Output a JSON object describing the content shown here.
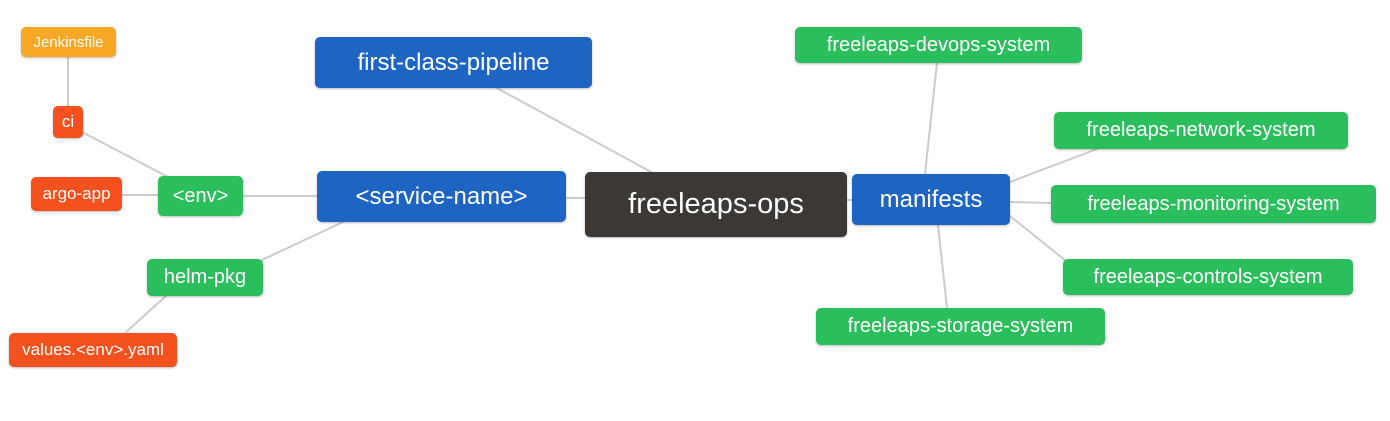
{
  "diagram": {
    "type": "mindmap",
    "root_label": "freeleaps-ops",
    "colors": {
      "background": "#ffffff",
      "root": "#3c3835",
      "branch": "#1e64c2",
      "green": "#2bbe5d",
      "red": "#f4511e",
      "amber": "#f9a825",
      "edge": "#cccccc",
      "text": "#ffffff"
    },
    "nodes": [
      {
        "id": "freeleaps-ops",
        "label": "freeleaps-ops",
        "level": 0,
        "parent": null,
        "color": "dark"
      },
      {
        "id": "first-class-pipeline",
        "label": "first-class-pipeline",
        "level": 1,
        "parent": "freeleaps-ops",
        "color": "blue"
      },
      {
        "id": "service-name",
        "label": "<service-name>",
        "level": 1,
        "parent": "freeleaps-ops",
        "color": "blue"
      },
      {
        "id": "manifests",
        "label": "manifests",
        "level": 1,
        "parent": "freeleaps-ops",
        "color": "blue"
      },
      {
        "id": "env",
        "label": "<env>",
        "level": 2,
        "parent": "service-name",
        "color": "green"
      },
      {
        "id": "helm-pkg",
        "label": "helm-pkg",
        "level": 2,
        "parent": "service-name",
        "color": "green"
      },
      {
        "id": "ci",
        "label": "ci",
        "level": 3,
        "parent": "env",
        "color": "red"
      },
      {
        "id": "argo-app",
        "label": "argo-app",
        "level": 3,
        "parent": "env",
        "color": "red"
      },
      {
        "id": "jenkinsfile",
        "label": "Jenkinsfile",
        "level": 4,
        "parent": "ci",
        "color": "amber"
      },
      {
        "id": "values-env-yaml",
        "label": "values.<env>.yaml",
        "level": 3,
        "parent": "helm-pkg",
        "color": "red"
      },
      {
        "id": "freeleaps-devops-system",
        "label": "freeleaps-devops-system",
        "level": 2,
        "parent": "manifests",
        "color": "green"
      },
      {
        "id": "freeleaps-network-system",
        "label": "freeleaps-network-system",
        "level": 2,
        "parent": "manifests",
        "color": "green"
      },
      {
        "id": "freeleaps-monitoring-system",
        "label": "freeleaps-monitoring-system",
        "level": 2,
        "parent": "manifests",
        "color": "green"
      },
      {
        "id": "freeleaps-controls-system",
        "label": "freeleaps-controls-system",
        "level": 2,
        "parent": "manifests",
        "color": "green"
      },
      {
        "id": "freeleaps-storage-system",
        "label": "freeleaps-storage-system",
        "level": 2,
        "parent": "manifests",
        "color": "green"
      }
    ],
    "edges": [
      {
        "from": "jenkinsfile",
        "to": "ci"
      },
      {
        "from": "ci",
        "to": "env"
      },
      {
        "from": "argo-app",
        "to": "env"
      },
      {
        "from": "env",
        "to": "service-name"
      },
      {
        "from": "service-name",
        "to": "helm-pkg"
      },
      {
        "from": "helm-pkg",
        "to": "values-env-yaml"
      },
      {
        "from": "first-class-pipeline",
        "to": "freeleaps-ops"
      },
      {
        "from": "service-name",
        "to": "freeleaps-ops"
      },
      {
        "from": "freeleaps-ops",
        "to": "manifests"
      },
      {
        "from": "manifests",
        "to": "freeleaps-devops-system"
      },
      {
        "from": "manifests",
        "to": "freeleaps-network-system"
      },
      {
        "from": "manifests",
        "to": "freeleaps-monitoring-system"
      },
      {
        "from": "manifests",
        "to": "freeleaps-controls-system"
      },
      {
        "from": "manifests",
        "to": "freeleaps-storage-system"
      }
    ]
  }
}
